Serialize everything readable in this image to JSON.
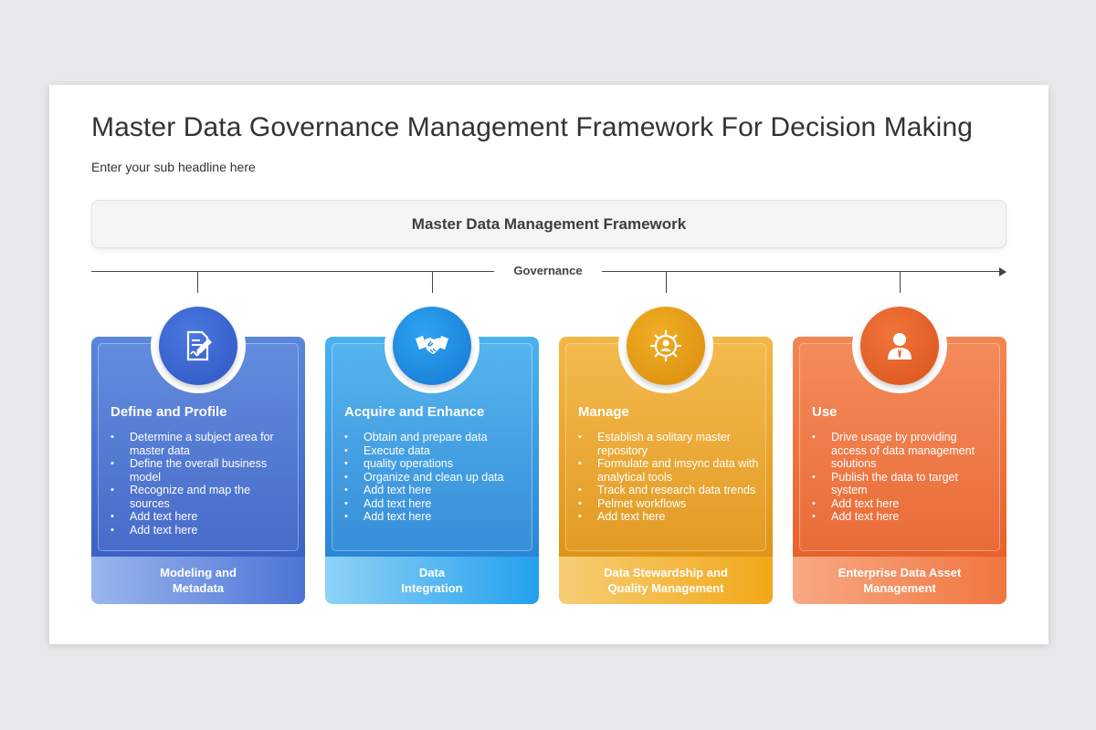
{
  "title": "Master Data Governance Management Framework For Decision Making",
  "subtitle": "Enter your sub headline here",
  "framework_label": "Master Data Management Framework",
  "governance_label": "Governance",
  "cards": [
    {
      "title": "Define and Profile",
      "icon": "document-pen-icon",
      "bullets": [
        "Determine a subject area for master data",
        "Define the overall business model",
        "Recognize and map the sources",
        "Add text here",
        "Add text here"
      ],
      "footer_line1": "Modeling and",
      "footer_line2": "Metadata",
      "color": "#3c62c6"
    },
    {
      "title": "Acquire and Enhance",
      "icon": "handshake-icon",
      "bullets": [
        "Obtain and prepare data",
        "Execute data",
        "quality operations",
        "Organize and clean up data",
        "Add text here",
        "Add text here",
        "Add text here"
      ],
      "footer_line1": "Data",
      "footer_line2": "Integration",
      "color": "#2a86d6"
    },
    {
      "title": "Manage",
      "icon": "gear-user-icon",
      "bullets": [
        "Establish a solitary master repository",
        "Formulate and imsync data with analytical tools",
        "Track and research data trends",
        "Pelmet workflows",
        "Add text here"
      ],
      "footer_line1": "Data Stewardship and",
      "footer_line2": "Quality Management",
      "color": "#e09416"
    },
    {
      "title": "Use",
      "icon": "user-icon",
      "bullets": [
        "Drive usage by providing access of data management solutions",
        "Publish the data to target system",
        "Add text here",
        "Add text here"
      ],
      "footer_line1": "Enterprise Data Asset",
      "footer_line2": "Management",
      "color": "#e7622b"
    }
  ]
}
